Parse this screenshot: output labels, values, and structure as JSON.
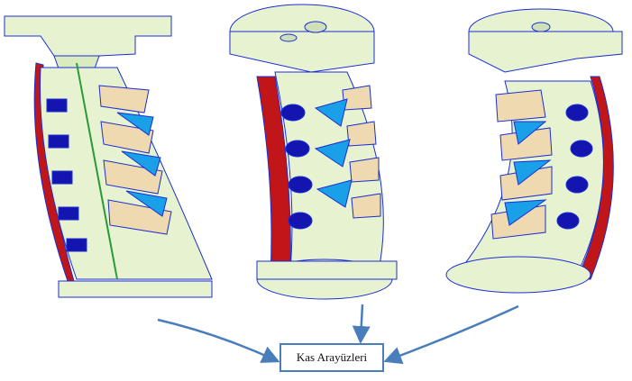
{
  "label": "Kas Arayüzleri",
  "colors": {
    "plate": "#e6f2d0",
    "edge": "#1a2fd0",
    "muscle": "#c0161a",
    "disc": "#1414b0",
    "vertebra": "#efd9b0",
    "triangle": "#1aa0e8",
    "arrow": "#4a7ebb"
  },
  "views": [
    "model-view-left",
    "model-view-center",
    "model-view-right"
  ]
}
